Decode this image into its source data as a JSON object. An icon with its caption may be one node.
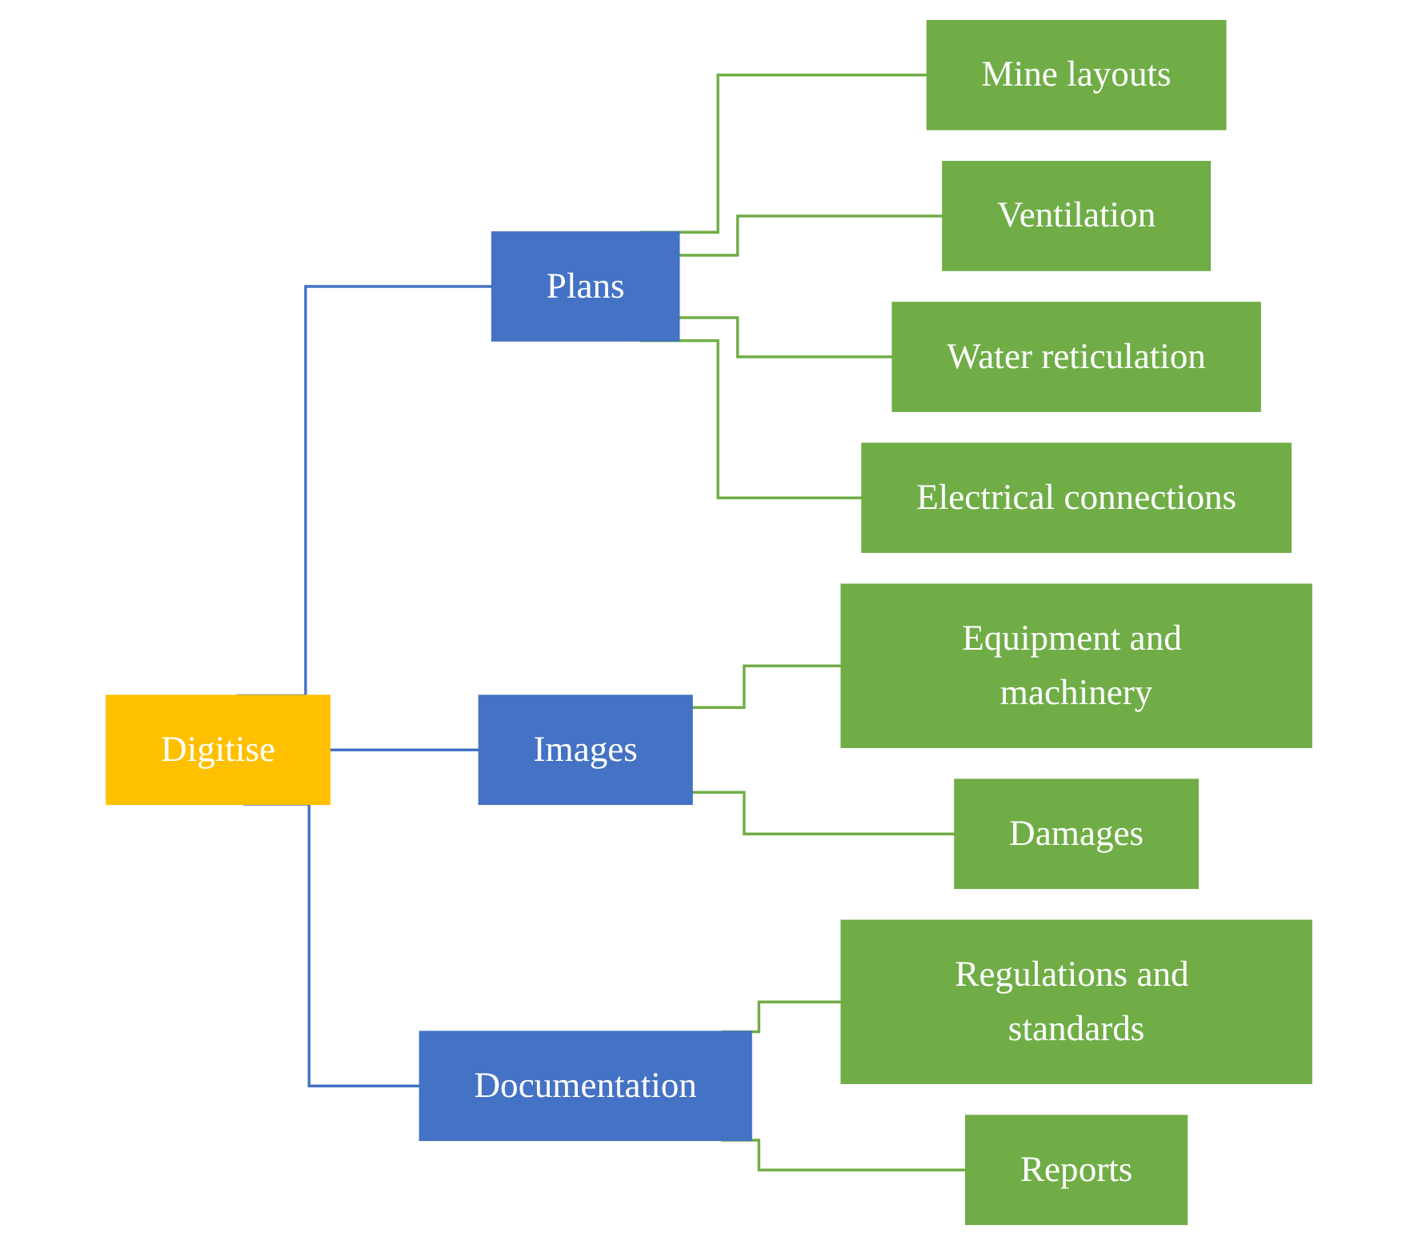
{
  "diagram": {
    "nodes": [
      {
        "text": [
          "Digitise"
        ]
      },
      {
        "text": [
          "Plans"
        ]
      },
      {
        "text": [
          "Images"
        ]
      },
      {
        "text": [
          "Documentation"
        ]
      },
      {
        "text": [
          "Mine layouts"
        ]
      },
      {
        "text": [
          "Ventilation"
        ]
      },
      {
        "text": [
          "Water reticulation"
        ]
      },
      {
        "text": [
          "Electrical connections"
        ]
      },
      {
        "text": [
          "Equipment and machinery"
        ]
      },
      {
        "text": [
          "Damages"
        ]
      },
      {
        "text": [
          "Regulations and standards"
        ]
      },
      {
        "text": [
          "Reports"
        ]
      }
    ],
    "edges": [
      {
        "from": 0,
        "to": 1,
        "arrow": "none",
        "color": "#4472c4"
      },
      {
        "from": 0,
        "to": 2,
        "arrow": "none",
        "color": "#4472c4"
      },
      {
        "from": 0,
        "to": 3,
        "arrow": "none",
        "color": "#4472c4"
      },
      {
        "from": 1,
        "to": 4,
        "arrow": "none"
      },
      {
        "from": 1,
        "to": 5,
        "arrow": "none"
      },
      {
        "from": 1,
        "to": 6,
        "arrow": "none"
      },
      {
        "from": 1,
        "to": 7,
        "arrow": "none"
      },
      {
        "from": 2,
        "to": 8,
        "arrow": "none"
      },
      {
        "from": 2,
        "to": 9,
        "arrow": "none"
      },
      {
        "from": 3,
        "to": 10,
        "arrow": "none"
      },
      {
        "from": 3,
        "to": 11,
        "arrow": "none"
      }
    ]
  }
}
